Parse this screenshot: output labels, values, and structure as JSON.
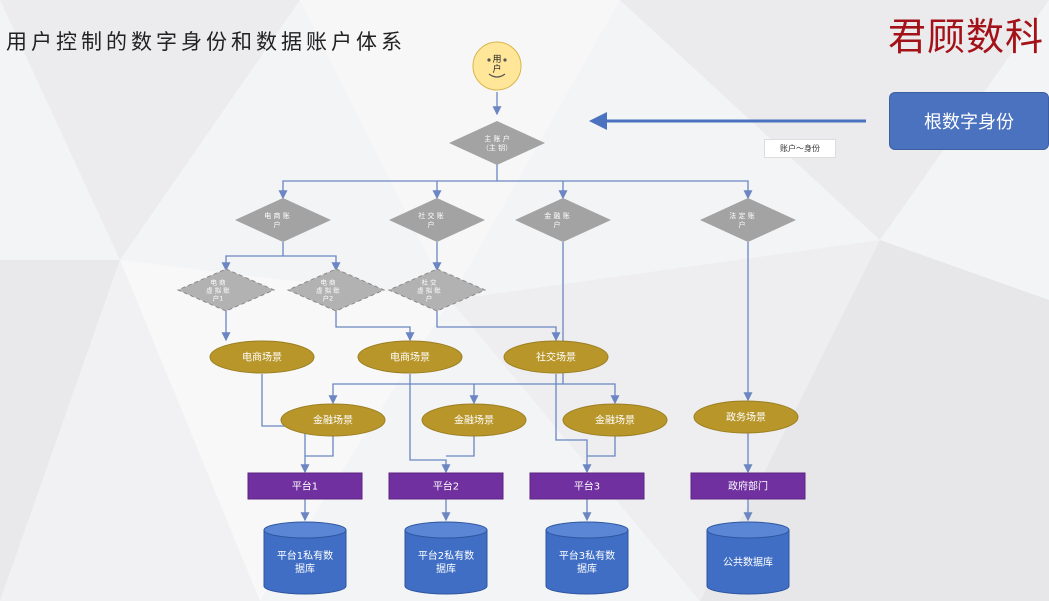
{
  "title": "用户控制的数字身份和数据账户体系",
  "brand": "君顾数科",
  "callout": "根数字身份",
  "relation_label": "账户～身份",
  "user": {
    "lines": [
      "用",
      "户"
    ]
  },
  "main_account": {
    "lines": [
      "主 账 户",
      "（主 钥）"
    ]
  },
  "accounts": [
    {
      "lines": [
        "电 商 账",
        "户"
      ]
    },
    {
      "lines": [
        "社 交 账",
        "户"
      ]
    },
    {
      "lines": [
        "金 融 账",
        "户"
      ]
    },
    {
      "lines": [
        "法 定 账",
        "户"
      ]
    }
  ],
  "sub_accounts": [
    {
      "lines": [
        "电 商",
        "虚 拟 账",
        "户1"
      ]
    },
    {
      "lines": [
        "电 商",
        "虚 拟 账",
        "户2"
      ]
    },
    {
      "lines": [
        "社 交",
        "虚 拟 账",
        "户"
      ]
    }
  ],
  "scenes_row1": [
    "电商场景",
    "电商场景",
    "社交场景"
  ],
  "scenes_row2": [
    "金融场景",
    "金融场景",
    "金融场景",
    "政务场景"
  ],
  "platforms": [
    "平台1",
    "平台2",
    "平台3",
    "政府部门"
  ],
  "databases": [
    {
      "lines": [
        "平台1私有数",
        "据库"
      ]
    },
    {
      "lines": [
        "平台2私有数",
        "据库"
      ]
    },
    {
      "lines": [
        "平台3私有数",
        "据库"
      ]
    },
    {
      "lines": [
        "公共数据库"
      ]
    }
  ],
  "colors": {
    "diamond": "#a3a3a3",
    "scene": "#b8962a",
    "platform": "#7030a0",
    "database": "#3f6ec4",
    "connector": "#6b86c2",
    "callout": "#4a72bf",
    "user": "#ffe699",
    "brand": "#a31218"
  }
}
